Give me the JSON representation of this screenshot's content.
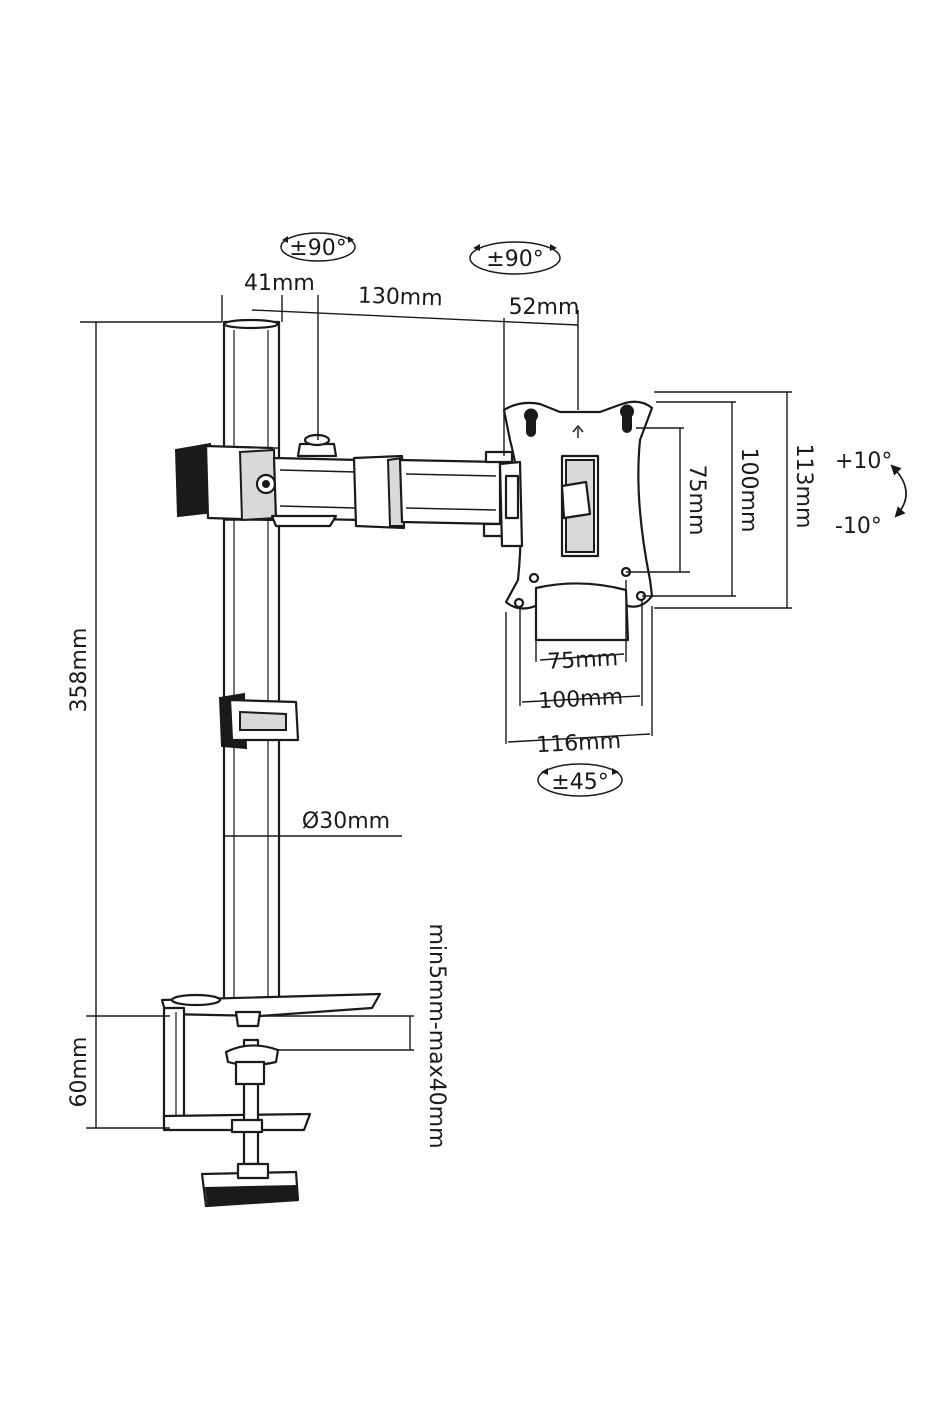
{
  "dimensions": {
    "pole_top_width": "41mm",
    "arm_length": "130mm",
    "head_depth": "52mm",
    "pole_height": "358mm",
    "pole_diameter": "Ø30mm",
    "clamp_height": "60mm",
    "desk_thickness": "min5mm-max40mm",
    "vesa_inner_vertical": "75mm",
    "vesa_outer_vertical": "100mm",
    "plate_height": "113mm",
    "vesa_inner_horizontal": "75mm",
    "vesa_outer_horizontal": "100mm",
    "plate_width": "116mm"
  },
  "rotations": {
    "arm_swivel": "±90°",
    "head_swivel": "±90°",
    "rotation": "±45°",
    "tilt_up": "+10°",
    "tilt_down": "-10°"
  },
  "icons": {
    "rotate": "rotate-arrows-icon",
    "tilt": "tilt-arc-icon"
  }
}
